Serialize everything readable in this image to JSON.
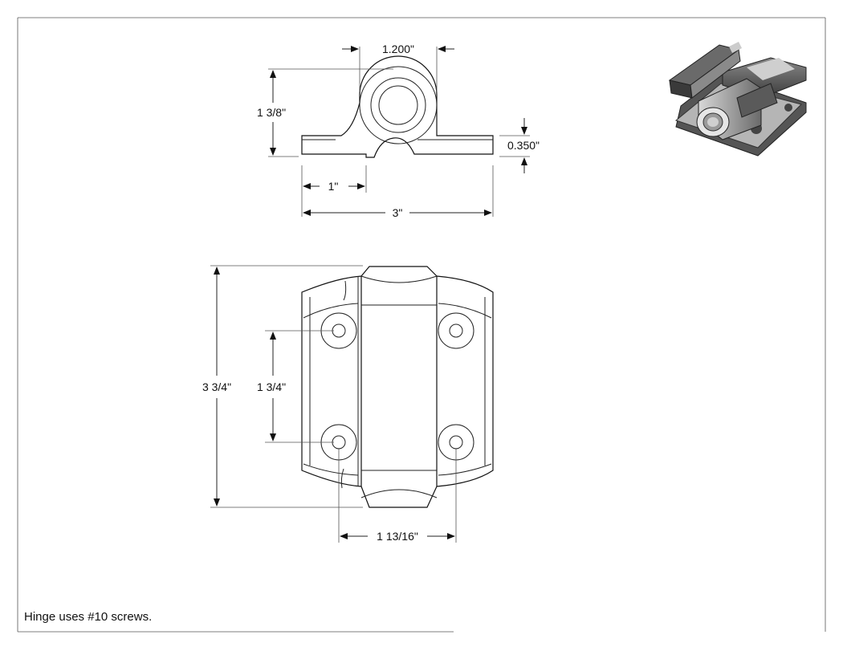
{
  "note": "Hinge uses #10 screws.",
  "dimensions": {
    "top_width": "1.200\"",
    "top_height": "1 3/8\"",
    "plate_thickness": "0.350\"",
    "offset": "1\"",
    "overall_width": "3\"",
    "overall_height": "3 3/4\"",
    "hole_vertical_spacing": "1 3/4\"",
    "hole_horizontal_spacing": "1 13/16\""
  }
}
